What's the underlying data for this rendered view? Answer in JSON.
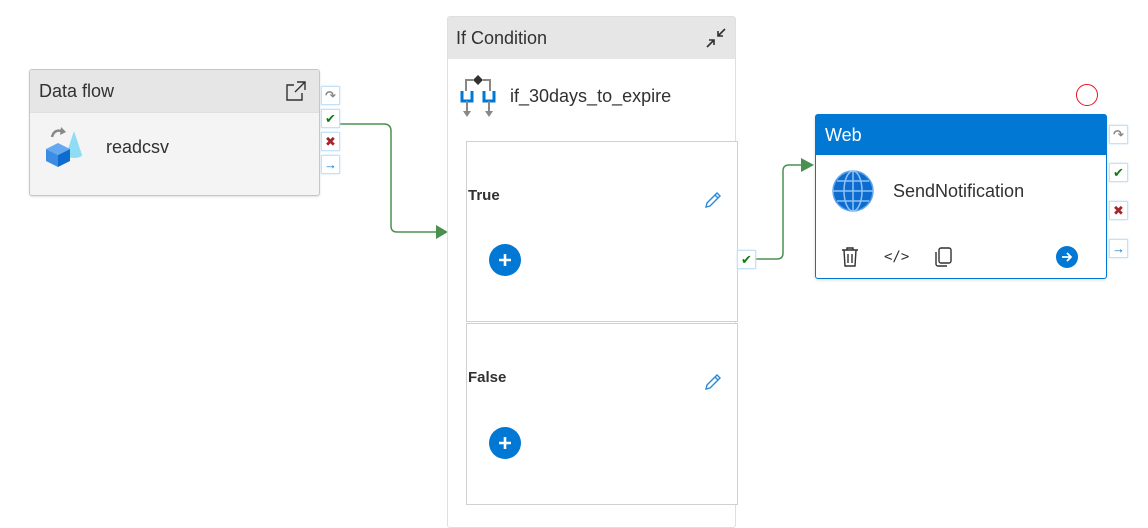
{
  "canvas": {
    "connector_color": "#4a9150",
    "accent": "#0078d4"
  },
  "data_flow_activity": {
    "type_label": "Data flow",
    "name": "readcsv",
    "header_icon": "open-external-icon",
    "activity_icon": "data-flow-icon",
    "handles": [
      {
        "name": "skip",
        "icon": "skip-icon",
        "glyph": "↷"
      },
      {
        "name": "success",
        "icon": "check-icon",
        "glyph": "✔"
      },
      {
        "name": "failure",
        "icon": "x-icon",
        "glyph": "✖"
      },
      {
        "name": "completion",
        "icon": "arrow-right-icon",
        "glyph": "→"
      }
    ]
  },
  "if_condition_activity": {
    "type_label": "If Condition",
    "name": "if_30days_to_expire",
    "header_icon": "collapse-icon",
    "activity_icon": "if-condition-icon",
    "branches": [
      {
        "label": "True",
        "edit_icon": "pencil-icon",
        "add_icon": "plus-icon"
      },
      {
        "label": "False",
        "edit_icon": "pencil-icon",
        "add_icon": "plus-icon"
      }
    ],
    "output_handle": {
      "name": "success",
      "icon": "check-icon",
      "glyph": "✔"
    }
  },
  "web_activity": {
    "type_label": "Web",
    "name": "SendNotification",
    "activity_icon": "globe-icon",
    "toolbar": {
      "delete": "trash-icon",
      "code": "</>",
      "copy": "copy-icon",
      "go": "arrow-circle-right-icon"
    },
    "status": "validation-error-circle",
    "handles": [
      {
        "name": "skip",
        "icon": "skip-icon",
        "glyph": "↷"
      },
      {
        "name": "success",
        "icon": "check-icon",
        "glyph": "✔"
      },
      {
        "name": "failure",
        "icon": "x-icon",
        "glyph": "✖"
      },
      {
        "name": "completion",
        "icon": "arrow-right-icon",
        "glyph": "→"
      }
    ]
  }
}
